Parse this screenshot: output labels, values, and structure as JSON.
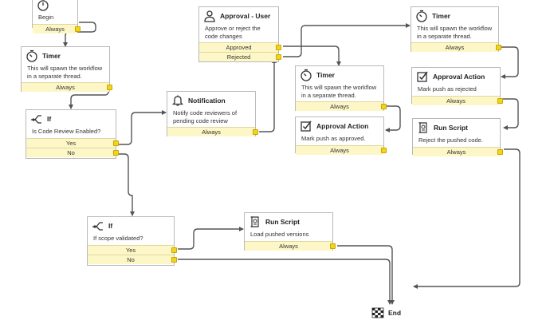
{
  "nodes": {
    "begin": {
      "title": "",
      "port": "Always"
    },
    "timer1": {
      "title": "Timer",
      "desc": "This will spawn the workflow in a separate thread.",
      "port": "Always"
    },
    "if1": {
      "title": "If",
      "desc": "Is Code Review Enabled?",
      "port_yes": "Yes",
      "port_no": "No"
    },
    "notify": {
      "title": "Notification",
      "desc": "Notify code reviewers of pending code review",
      "port": "Always"
    },
    "approval": {
      "title": "Approval - User",
      "desc": "Approve or reject the code changes",
      "port_approved": "Approved",
      "port_rejected": "Rejected"
    },
    "timer2": {
      "title": "Timer",
      "desc": "This will spawn the workflow in a separate thread.",
      "port": "Always"
    },
    "action_ok": {
      "title": "Approval Action",
      "desc": "Mark push as approved.",
      "port": "Always"
    },
    "timer3": {
      "title": "Timer",
      "desc": "This will spawn the workflow in a separate thread.",
      "port": "Always"
    },
    "action_rej": {
      "title": "Approval Action",
      "desc": "Mark push as rejected",
      "port": "Always"
    },
    "script_rej": {
      "title": "Run Script",
      "desc": "Reject the pushed code.",
      "port": "Always"
    },
    "if2": {
      "title": "If",
      "desc": "If scope validated?",
      "port_yes": "Yes",
      "port_no": "No"
    },
    "script_load": {
      "title": "Run Script",
      "desc": "Load pushed versions",
      "port": "Always"
    },
    "end": {
      "title": "End"
    }
  },
  "begin_label": "Begin",
  "colors": {
    "port_fill": "#fdf7c8",
    "port_dot": "#f3d41a",
    "wire": "#555555",
    "node_border": "#b9b9b9"
  },
  "icons": {
    "begin": "stopwatch-icon",
    "timer": "stopwatch-icon",
    "if": "branch-icon",
    "notification": "bell-icon",
    "approval_user": "user-icon",
    "approval_action": "checkbox-icon",
    "run_script": "scroll-icon",
    "end": "checkered-flag-icon"
  }
}
